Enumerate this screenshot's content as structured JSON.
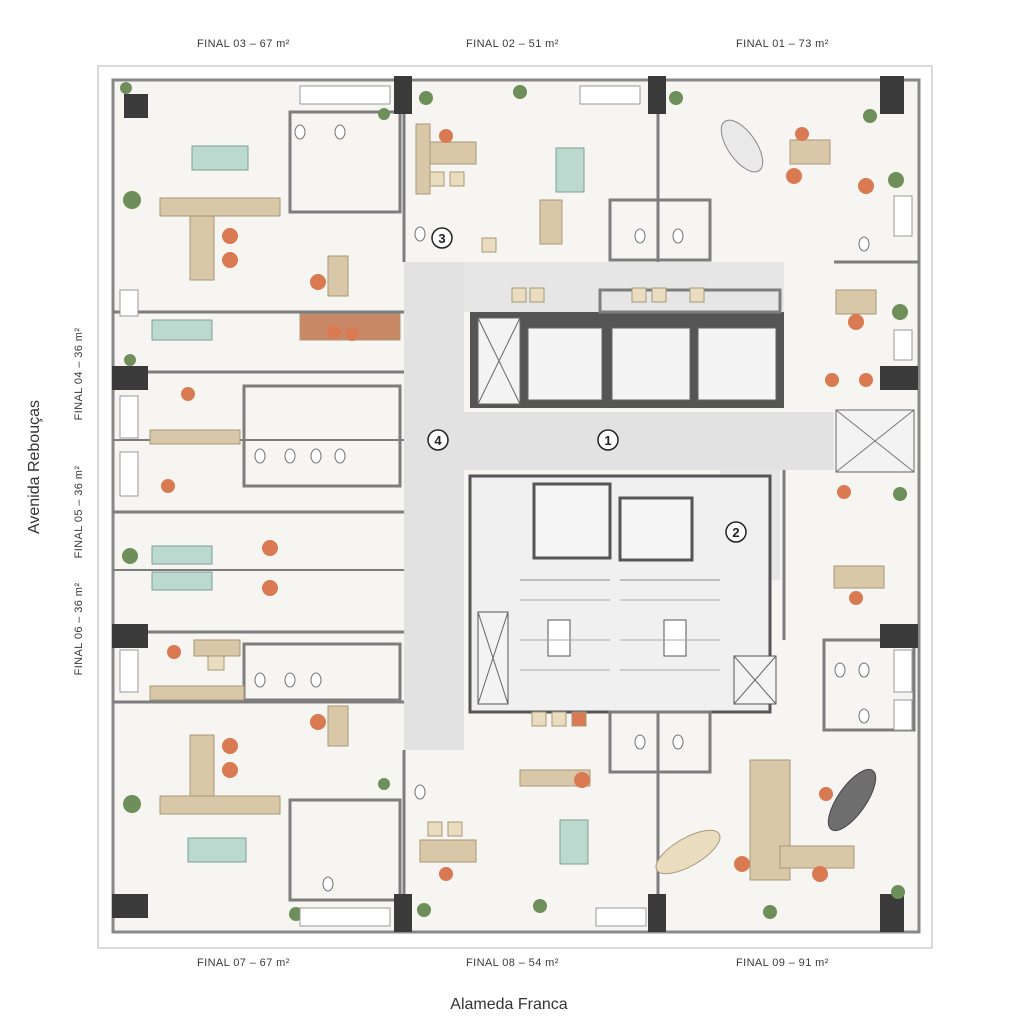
{
  "labels": {
    "top": [
      "FINAL 03 – 67 m²",
      "FINAL 02 – 51 m²",
      "FINAL 01 – 73 m²"
    ],
    "bottom": [
      "FINAL 07 – 67 m²",
      "FINAL 08 – 54 m²",
      "FINAL 09 – 91 m²"
    ],
    "left": [
      "FINAL 04 – 36 m²",
      "FINAL 05 – 36 m²",
      "FINAL 06 – 36 m²"
    ],
    "street_left": "Avenida Rebouças",
    "street_bottom": "Alameda Franca"
  },
  "markers": [
    "1",
    "2",
    "3",
    "4"
  ],
  "colors": {
    "floor": "#f7f5f1",
    "wall": "#7d7d7d",
    "pillar": "#3a3a3a",
    "corridor": "#e2e2e2",
    "wood": "#d8c8a8",
    "chair": "#d97a52",
    "plant": "#6e8f5a",
    "bed": "#bcd9cf"
  }
}
